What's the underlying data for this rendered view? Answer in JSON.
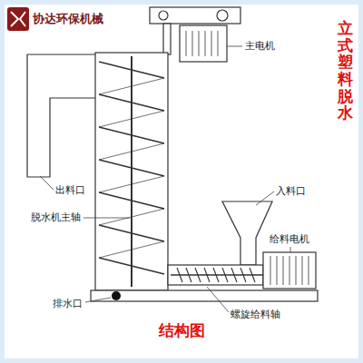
{
  "diagram": {
    "title": "立式塑料脱水",
    "caption": "结构图",
    "labels": [
      "协达环保机械",
      "主电机",
      "出料口",
      "入料口",
      "脱水机主轴",
      "给料电机",
      "排水口",
      "螺旋给料轴"
    ]
  }
}
